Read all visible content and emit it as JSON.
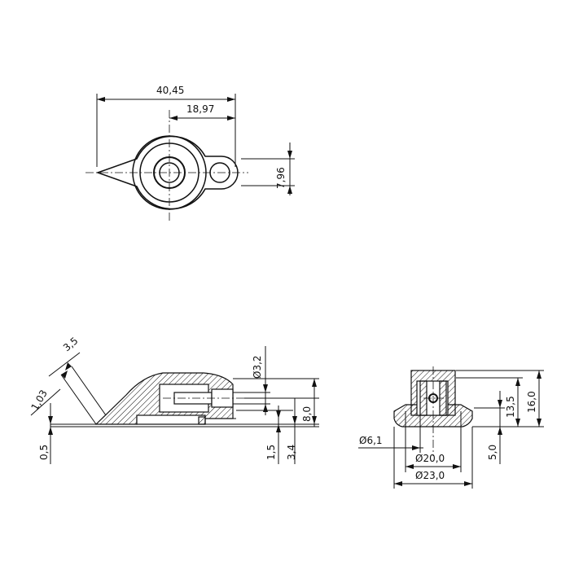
{
  "top_view": {
    "overall_length": "40,45",
    "center_to_end": "18,97",
    "hole_height": "7,96"
  },
  "side_view": {
    "tip_length": "3,5",
    "tip_width": "1,03",
    "tip_thickness": "0,5",
    "pin_diameter": "Ø3,2",
    "flange_height": "1,5",
    "pin_height": "3,4",
    "body_height": "8,0"
  },
  "section_view": {
    "shaft_diameter": "Ø6,1",
    "inner_diameter": "Ø20,0",
    "outer_diameter": "Ø23,0",
    "base_height": "5,0",
    "cap_height": "13,5",
    "total_height": "16,0"
  }
}
